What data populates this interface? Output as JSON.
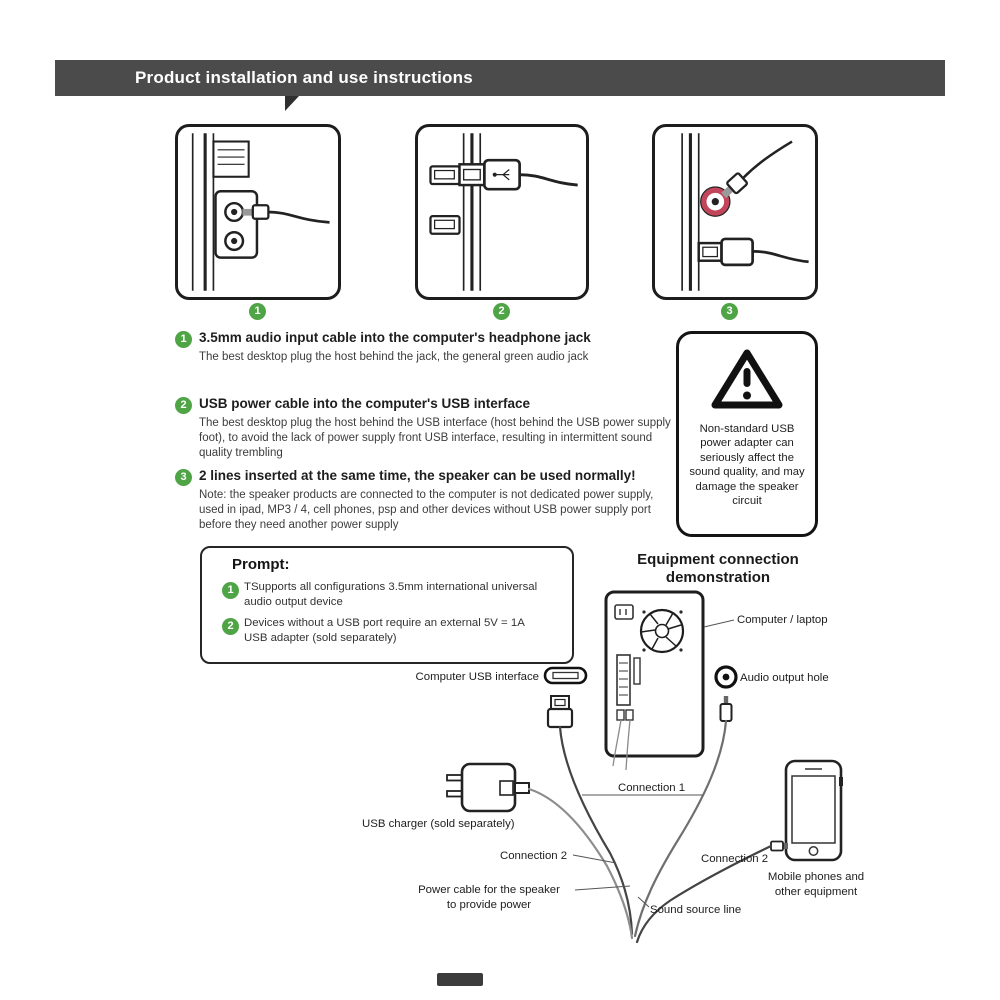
{
  "header": {
    "title": "Product installation and use instructions"
  },
  "steps": [
    {
      "num": "1",
      "title": "3.5mm audio input cable into the computer's headphone jack",
      "body": "The best desktop plug the host behind the jack, the general green audio jack"
    },
    {
      "num": "2",
      "title": "USB power cable into the computer's USB interface",
      "body": "The best desktop plug the host behind the USB interface (host behind the USB power supply foot), to avoid the lack of power supply front USB interface, resulting in intermittent sound quality trembling"
    },
    {
      "num": "3",
      "title": "2 lines inserted at the same time, the speaker can be used normally!",
      "body": "Note: the speaker products are connected to the computer is not dedicated power supply, used in ipad, MP3 / 4, cell phones, psp and other devices without USB power supply port before they need another power supply"
    }
  ],
  "warning": {
    "text": "Non-standard USB power adapter can seriously affect the sound quality, and may damage the speaker circuit"
  },
  "prompt": {
    "title": "Prompt:",
    "items": [
      {
        "num": "1",
        "text": "TSupports all configurations 3.5mm international universal audio output device"
      },
      {
        "num": "2",
        "text": "Devices without a USB port require an external 5V = 1A USB adapter (sold separately)"
      }
    ]
  },
  "demo": {
    "heading1": "Equipment connection",
    "heading2": "demonstration",
    "labels": {
      "computer": "Computer / laptop",
      "audio_hole": "Audio output hole",
      "usb_interface": "Computer USB interface",
      "usb_charger": "USB charger (sold separately)",
      "connection1": "Connection 1",
      "connection2_left": "Connection 2",
      "connection2_right": "Connection 2",
      "power1": "Power cable for the speaker",
      "power2": "to provide power",
      "sound_source": "Sound source line",
      "mobile1": "Mobile phones and",
      "mobile2": "other equipment"
    }
  },
  "colors": {
    "accent_green": "#4fa546",
    "header_bg": "#4b4b4b",
    "jack_ring_red": "#c2455a"
  }
}
